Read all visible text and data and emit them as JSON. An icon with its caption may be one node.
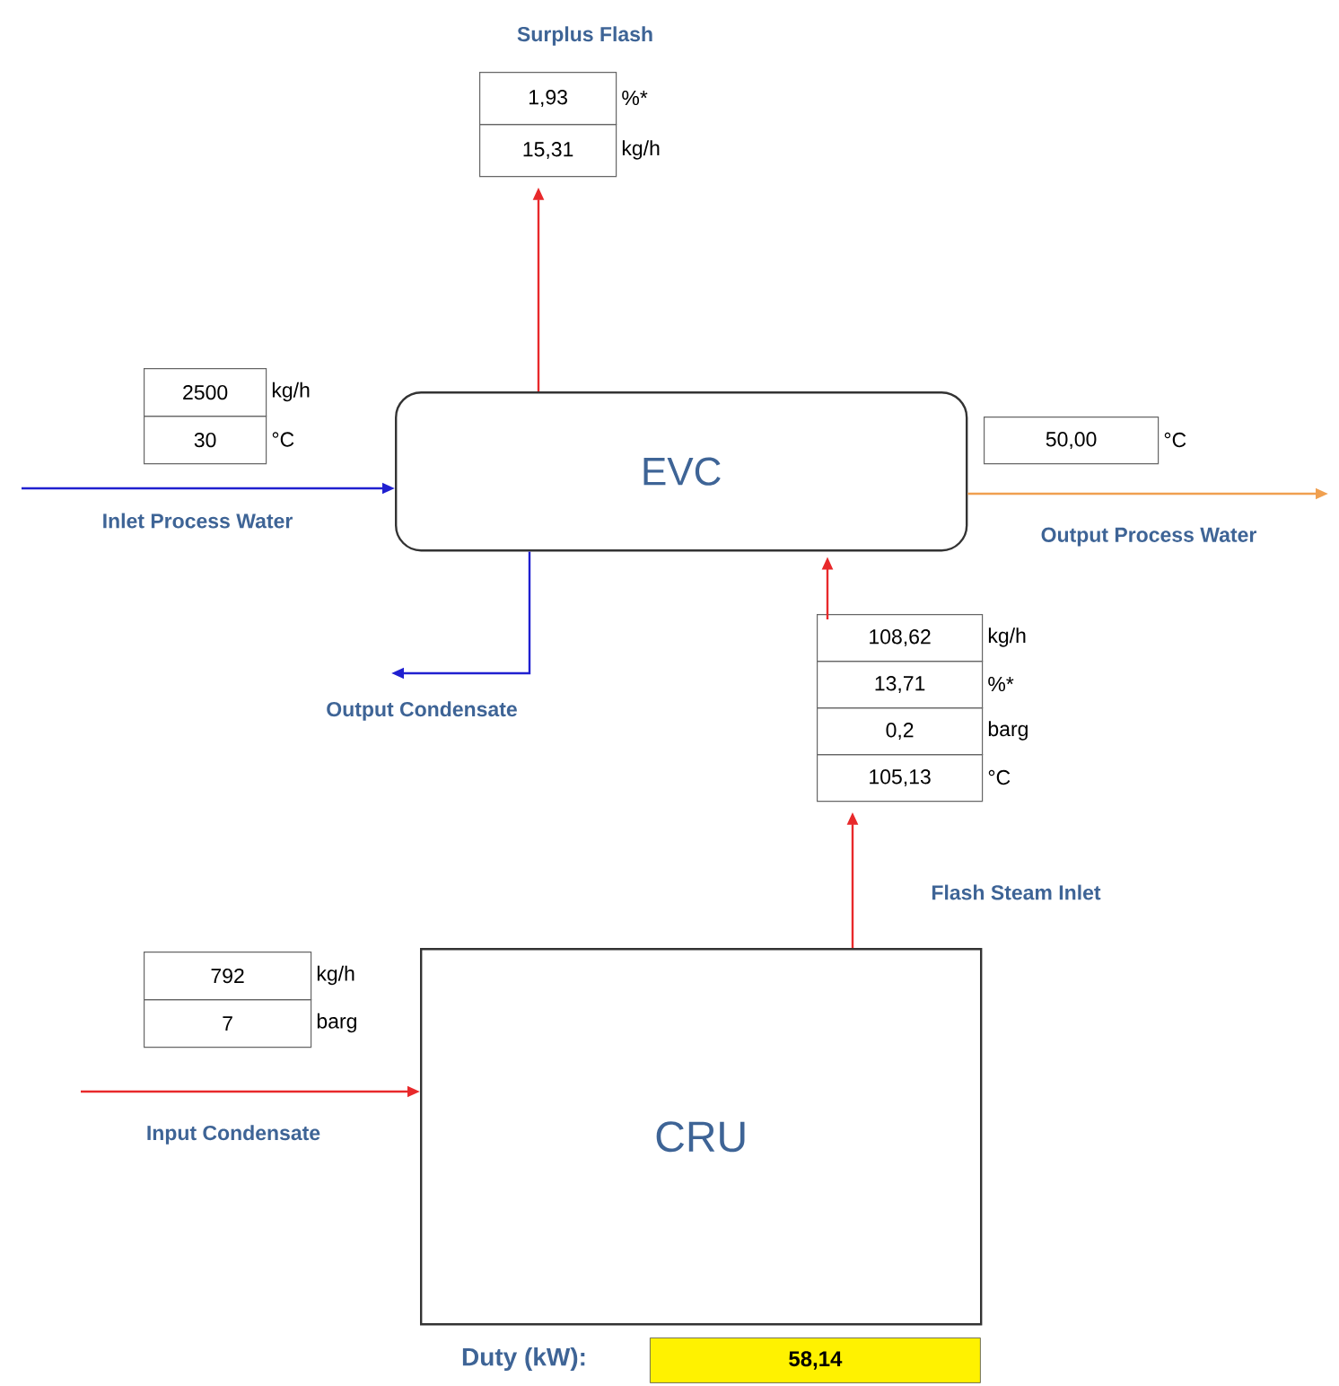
{
  "diagram": {
    "nodes": [
      {
        "text": [
          "Surplus Flash",
          "1,93",
          "%*",
          "15,31",
          "kg/h"
        ]
      },
      {
        "text": [
          "2500",
          "30"
        ],
        "beside": [
          "kg/h",
          "°C"
        ]
      },
      {
        "text": [
          "EVC"
        ]
      },
      {
        "text": [
          "50,00"
        ],
        "beside": [
          "°C"
        ]
      },
      {
        "text": [
          "108,62",
          "13,71",
          "0,2",
          "105,13"
        ],
        "beside": [
          "kg/h",
          "%*",
          "barg",
          "°C"
        ]
      },
      {
        "text": [
          "792",
          "7"
        ],
        "beside": [
          "kg/h",
          "barg"
        ]
      },
      {
        "text": [
          "CRU"
        ]
      },
      {
        "text": [
          "58,14"
        ]
      }
    ],
    "edges": [
      {
        "from": 2,
        "to": 0,
        "arrow": "to",
        "color": "#e8292b"
      },
      {
        "from": null,
        "to": 2,
        "arrow": "to",
        "label": "Inlet Process Water",
        "color": "#2020d0"
      },
      {
        "from": 2,
        "to": null,
        "arrow": "to",
        "label": "Output Process Water",
        "color": "#f0a050"
      },
      {
        "from": 2,
        "to": null,
        "arrow": "to",
        "label": "Output Condensate",
        "color": "#2020d0"
      },
      {
        "from": 6,
        "to": 4,
        "arrow": "to",
        "label": "Flash Steam Inlet",
        "color": "#e8292b"
      },
      {
        "from": 4,
        "to": 2,
        "arrow": "to",
        "color": "#e8292b"
      },
      {
        "from": null,
        "to": 6,
        "arrow": "to",
        "label": "Input Condensate",
        "color": "#e8292b"
      }
    ],
    "labels": [
      "Duty (kW):"
    ]
  }
}
